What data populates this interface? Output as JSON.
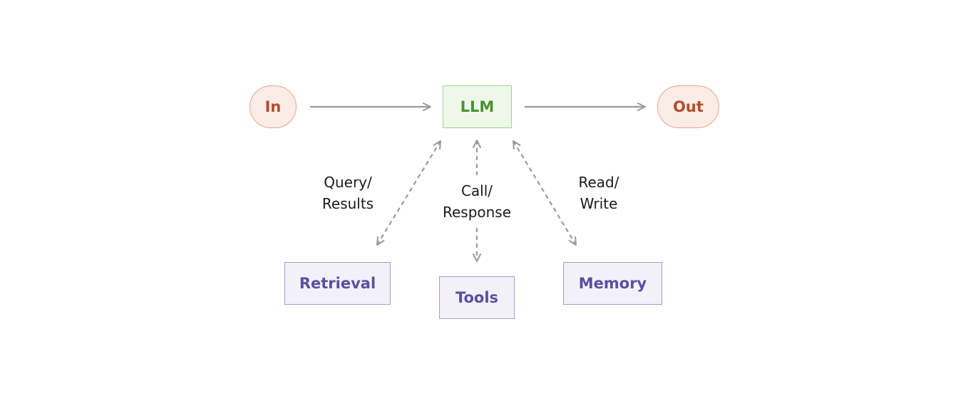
{
  "nodes": {
    "input": "In",
    "llm": "LLM",
    "output": "Out",
    "retrieval": "Retrieval",
    "tools": "Tools",
    "memory": "Memory"
  },
  "edges": {
    "retrieval": {
      "line1": "Query/",
      "line2": "Results"
    },
    "tools": {
      "line1": "Call/",
      "line2": "Response"
    },
    "memory": {
      "line1": "Read/",
      "line2": "Write"
    }
  },
  "colors": {
    "io_border": "#e9a38b",
    "io_fill": "#fbece6",
    "io_text": "#b44c2b",
    "llm_border": "#9fd38f",
    "llm_fill": "#eef8ea",
    "llm_text": "#4e8f32",
    "aux_border": "#a59bd6",
    "aux_fill": "#f2f1fa",
    "aux_text": "#5b4fa1",
    "arrow": "#9a9a9a"
  }
}
